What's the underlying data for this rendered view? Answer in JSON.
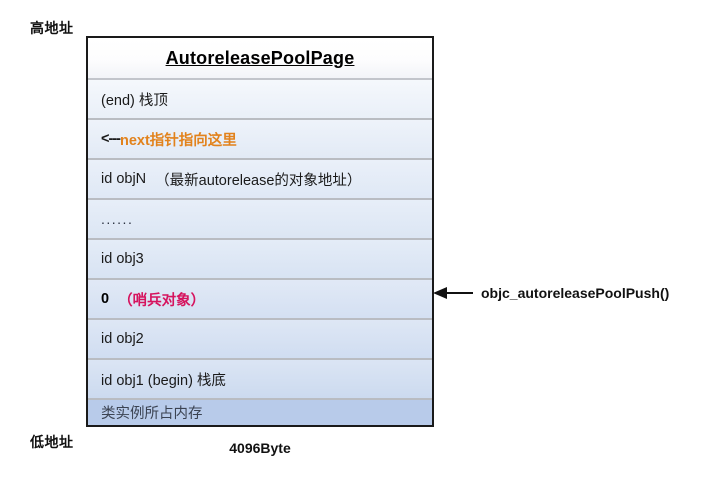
{
  "labels": {
    "high_address": "高地址",
    "low_address": "低地址",
    "page_size": "4096Byte"
  },
  "table": {
    "title": "AutoreleasePoolPage",
    "rows": [
      {
        "name": "stack-top",
        "text": "(end) 栈顶"
      },
      {
        "name": "next-pointer",
        "arrow": "<---",
        "text": "next指针指向这里",
        "color": "#e2821c"
      },
      {
        "name": "obj-n",
        "text": "id objN",
        "note": "（最新autorelease的对象地址）"
      },
      {
        "name": "ellipsis",
        "text": "......"
      },
      {
        "name": "obj-3",
        "text": "id obj3"
      },
      {
        "name": "sentinel",
        "text": "0",
        "note": "（哨兵对象）",
        "color": "#d6135e"
      },
      {
        "name": "obj-2",
        "text": "id obj2"
      },
      {
        "name": "obj-1",
        "text": "id obj1 (begin) 栈底"
      },
      {
        "name": "instance-memory",
        "text": "类实例所占内存"
      }
    ]
  },
  "callout": {
    "label": "objc_autoreleasePoolPush()"
  }
}
